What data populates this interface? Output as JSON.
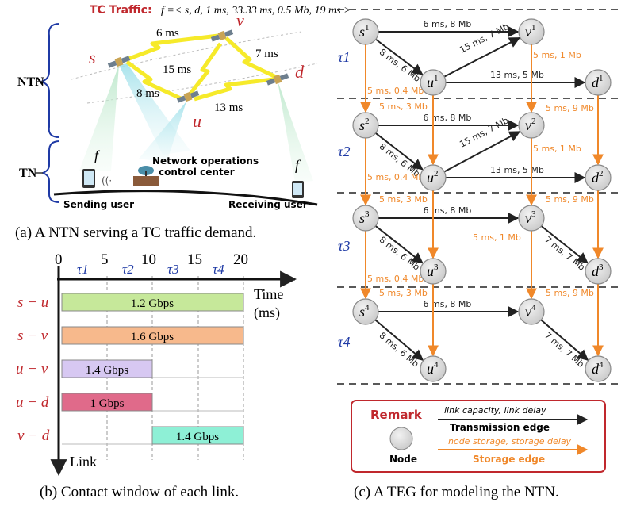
{
  "panel_a": {
    "tc_label": "TC Traffic:",
    "tc_formula": "f =< s, d, 1 ms, 33.33 ms, 0.5 Mb, 19 ms >",
    "nodes": {
      "s": "s",
      "v": "v",
      "u": "u",
      "d": "d"
    },
    "delays": {
      "s_v": "6 ms",
      "v_d": "7 ms",
      "s_u": "8 ms",
      "u_v": "15 ms",
      "u_d": "13 ms"
    },
    "ntn_label": "NTN",
    "tn_label": "TN",
    "center_label_1": "Network operations",
    "center_label_2": "control center",
    "sending_user": "Sending user",
    "receiving_user": "Receiving user",
    "f_label": "f",
    "caption": "(a) A NTN serving a TC traffic demand."
  },
  "panel_b": {
    "axis_ticks": [
      "0",
      "5",
      "10",
      "15",
      "20"
    ],
    "slots": [
      "τ1",
      "τ2",
      "τ3",
      "τ4"
    ],
    "time_label_1": "Time",
    "time_label_2": "(ms)",
    "link_label": "Link",
    "caption": "(b) Contact window of each link.",
    "links": [
      {
        "name": "s − u",
        "label": "1.2 Gbps",
        "color": "#c6e89a"
      },
      {
        "name": "s − v",
        "label": "1.6 Gbps",
        "color": "#f7b98c"
      },
      {
        "name": "u − v",
        "label": "1.4 Gbps",
        "color": "#d7c8f2"
      },
      {
        "name": "u − d",
        "label": "1 Gbps",
        "color": "#e06a8a"
      },
      {
        "name": "v − d",
        "label": "1.4 Gbps",
        "color": "#8ef0d6"
      }
    ]
  },
  "panel_c": {
    "slots": [
      "τ1",
      "τ2",
      "τ3",
      "τ4"
    ],
    "nodes": {
      "s": "s",
      "u": "u",
      "v": "v",
      "d": "d"
    },
    "sup": [
      "1",
      "2",
      "3",
      "4"
    ],
    "edges": {
      "sv": "6 ms, 8 Mb",
      "su": "8 ms, 6 Mb",
      "uv": "15 ms, 7 Mb",
      "ud": "13 ms, 5 Mb",
      "vd": "7 ms, 7 Mb",
      "store_s": "5 ms, 0.4 Mb",
      "store_u": "5 ms, 3 Mb",
      "store_v": "5 ms, 1 Mb",
      "store_d": "5 ms, 9 Mb"
    },
    "caption": "(c) A TEG for modeling the NTN.",
    "remark": {
      "title": "Remark",
      "node": "Node",
      "trans_italic": "link capacity, link delay",
      "trans_bold": "Transmission edge",
      "store_italic": "node storage, storage delay",
      "store_bold": "Storage edge"
    }
  },
  "colors": {
    "red": "#c0282d",
    "blue": "#1f3aa5",
    "orange": "#f0882a",
    "yellow": "#f6ea2a"
  }
}
